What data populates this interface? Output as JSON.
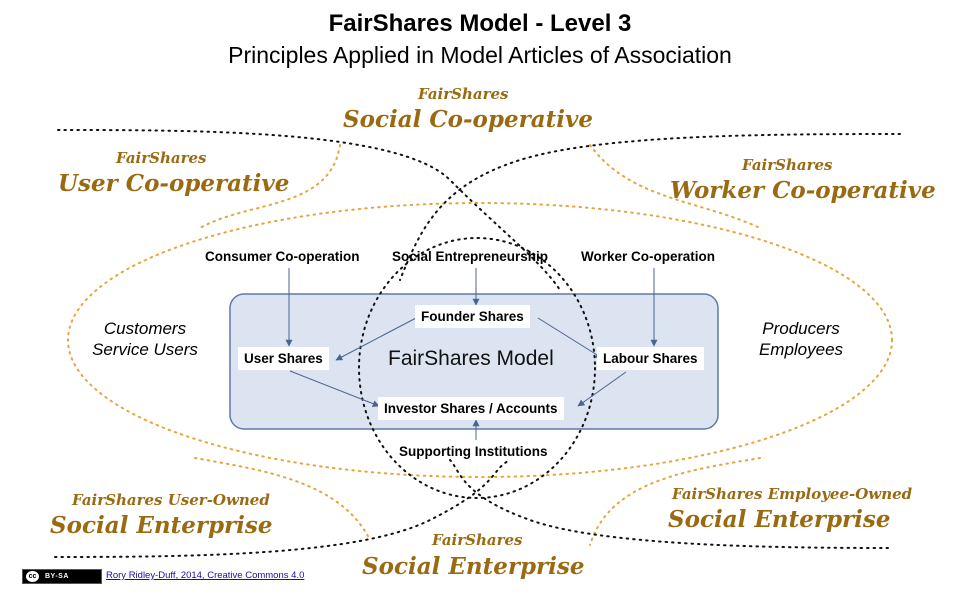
{
  "header": {
    "title": "FairShares Model - Level 3",
    "subtitle": "Principles Applied in Model Articles of Association"
  },
  "brands": {
    "social_coop": {
      "small": "FairShares",
      "big": "Social Co-operative"
    },
    "user_coop": {
      "small": "FairShares",
      "big": "User Co-operative"
    },
    "worker_coop": {
      "small": "FairShares",
      "big": "Worker Co-operative"
    },
    "user_owned_se": {
      "small": "FairShares User-Owned",
      "big": "Social Enterprise"
    },
    "employee_owned_se": {
      "small": "FairShares Employee-Owned",
      "big": "Social Enterprise"
    },
    "social_enterprise": {
      "small": "FairShares",
      "big": "Social Enterprise"
    }
  },
  "stakeholders": {
    "left": {
      "line1": "Customers",
      "line2": "Service Users"
    },
    "right": {
      "line1": "Producers",
      "line2": "Employees"
    }
  },
  "traditions": {
    "consumer": "Consumer Co-operation",
    "social": "Social Entrepreneurship",
    "worker": "Worker Co-operation",
    "supporting": "Supporting Institutions"
  },
  "model": {
    "title": "FairShares Model",
    "founder": "Founder Shares",
    "user": "User Shares",
    "labour": "Labour Shares",
    "investor": "Investor Shares / Accounts"
  },
  "footer": {
    "cc_symbol": "cc",
    "license_badge": "BY-SA",
    "credit": "Rory Ridley-Duff, 2014, Creative Commons 4.0"
  },
  "colors": {
    "brand": "#9a6a12",
    "orange_dots": "#e8a43c",
    "box_fill": "#dce4f2",
    "box_stroke": "#5f7aa3",
    "arrow": "#4a6490"
  }
}
